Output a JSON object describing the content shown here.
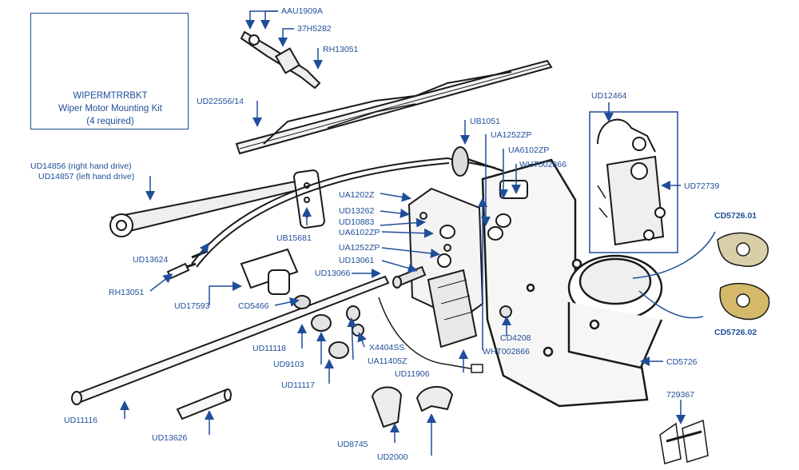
{
  "kit": {
    "part_number": "WIPERMTRRBKT",
    "name": "Wiper Motor Mounting Kit",
    "note": "(4 required)"
  },
  "labels": {
    "aau1909a": "AAU1909A",
    "p37h5282": "37H5282",
    "rh13051_top": "RH13051",
    "ud22556": "UD22556/14",
    "ub1051": "UB1051",
    "ua1252zp_top": "UA1252ZP",
    "ua6102zp_top": "UA6102ZP",
    "wht002866_top": "WHT002866",
    "ud12464": "UD12464",
    "ud72739": "UD72739",
    "cd572601": "CD5726.01",
    "cd572602": "CD5726.02",
    "ud14856": "UD14856 (right hand drive)",
    "ud14857": "UD14857 (left hand drive)",
    "ua1202z": "UA1202Z",
    "ud13262": "UD13262",
    "ud10883": "UD10883",
    "ua6102zp_mid": "UA6102ZP",
    "ua1252zp_mid": "UA1252ZP",
    "ud13061": "UD13061",
    "ub15681": "UB15681",
    "ud13624": "UD13624",
    "ud13066": "UD13066",
    "rh13051_left": "RH13051",
    "ud17593": "UD17593",
    "cd5466": "CD5466",
    "ud11118": "UD11118",
    "ud9103": "UD9103",
    "ud11117": "UD11117",
    "x4404ss": "X4404SS",
    "ua11405z": "UA11405Z",
    "ud11906": "UD11906",
    "wht002866_bottom": "WHT002866",
    "cd4208": "CD4208",
    "cd5726": "CD5726",
    "p729367": "729367",
    "ud11116": "UD11116",
    "ud13626": "UD13626",
    "ud8745": "UD8745",
    "ud2000": "UD2000"
  },
  "colors": {
    "label": "#1f4e99",
    "line_art": "#1a1a1a"
  }
}
